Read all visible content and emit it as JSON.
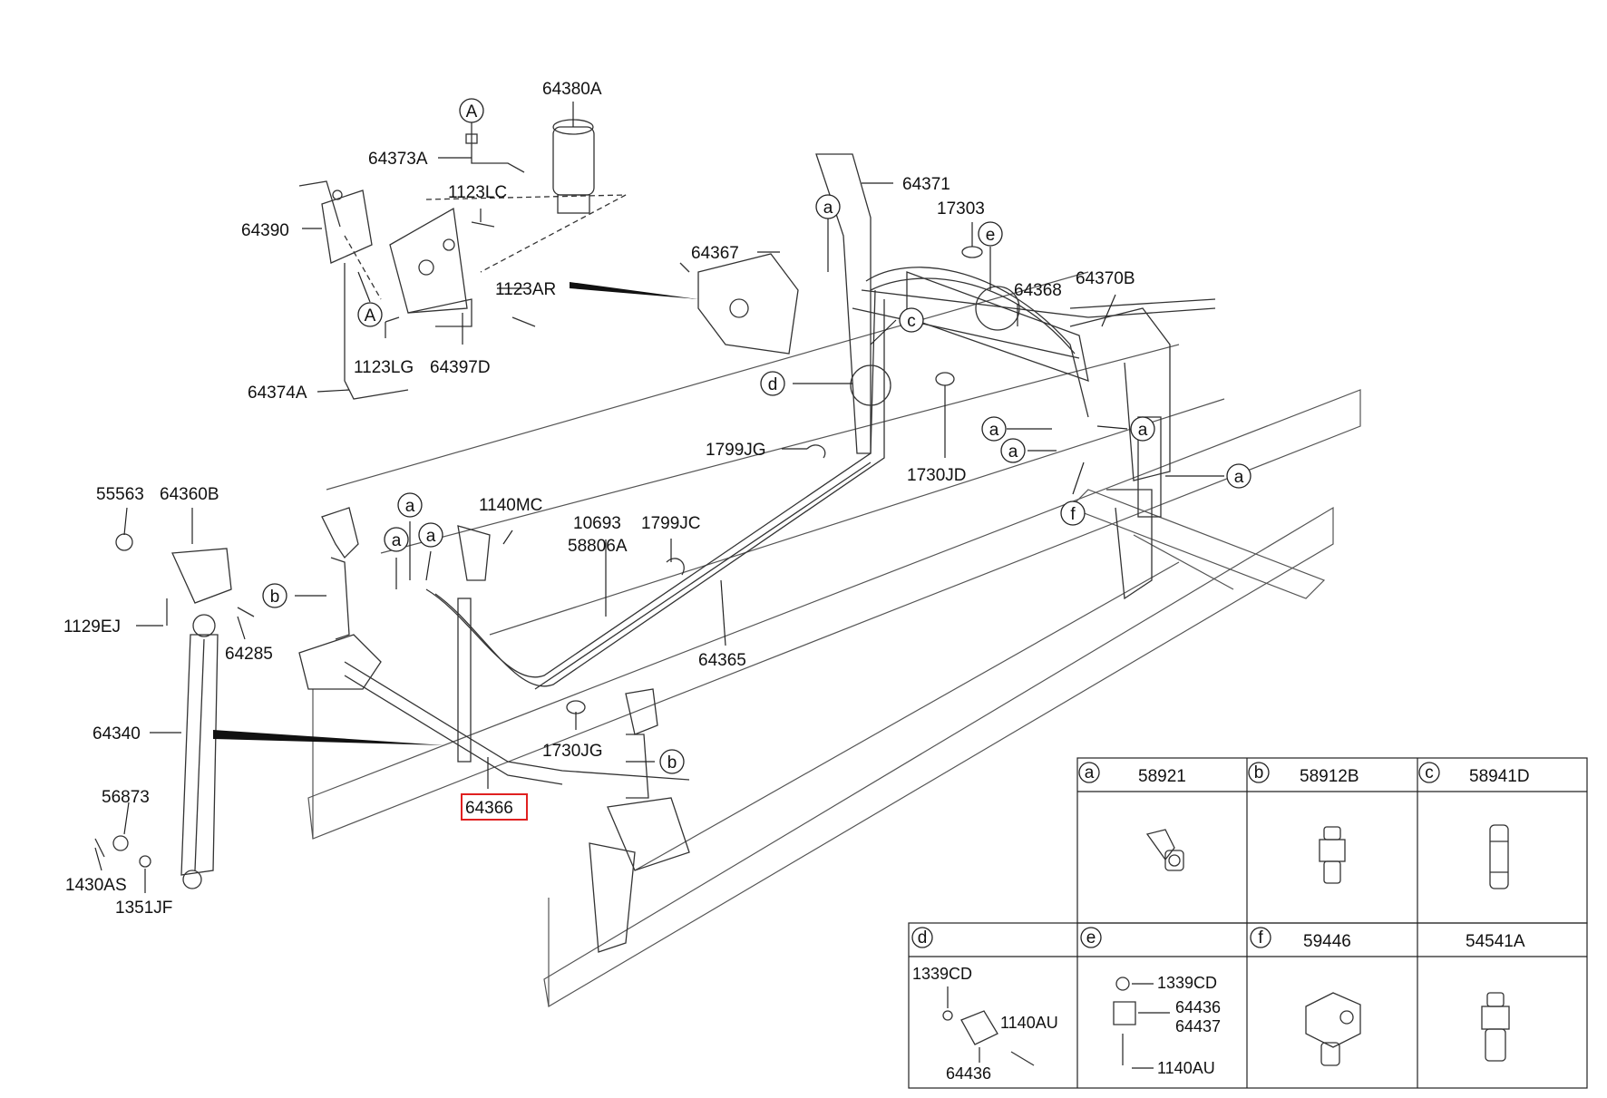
{
  "callouts": {
    "p64380A": "64380A",
    "p64373A": "64373A",
    "p1123LC": "1123LC",
    "p64390": "64390",
    "p1123AR": "1123AR",
    "p1123LG": "1123LG",
    "p64397D": "64397D",
    "p64374A": "64374A",
    "p64371": "64371",
    "p17303": "17303",
    "p64367": "64367",
    "p64368": "64368",
    "p64370B": "64370B",
    "p1799JG": "1799JG",
    "p1730JD": "1730JD",
    "p55563": "55563",
    "p64360B": "64360B",
    "p1140MC": "1140MC",
    "p10693": "10693",
    "p58806A": "58806A",
    "p1799JC": "1799JC",
    "p1129EJ": "1129EJ",
    "p64285": "64285",
    "p64365": "64365",
    "p64340": "64340",
    "p1730JG": "1730JG",
    "p64366": "64366",
    "p56873": "56873",
    "p1430AS": "1430AS",
    "p1351JF": "1351JF"
  },
  "markers": {
    "A": "A",
    "a": "a",
    "b": "b",
    "c": "c",
    "d": "d",
    "e": "e",
    "f": "f"
  },
  "table": {
    "cell_a": {
      "letter": "a",
      "part": "58921"
    },
    "cell_b": {
      "letter": "b",
      "part": "58912B"
    },
    "cell_c": {
      "letter": "c",
      "part": "58941D"
    },
    "cell_d": {
      "letter": "d",
      "parts": [
        "1339CD",
        "1140AU",
        "64436"
      ]
    },
    "cell_e": {
      "letter": "e",
      "parts": [
        "1339CD",
        "64436",
        "64437",
        "1140AU"
      ]
    },
    "cell_f": {
      "letter": "f",
      "part": "59446"
    },
    "cell_g": {
      "part": "54541A"
    }
  },
  "colors": {
    "highlight": "#e02020",
    "ink": "#111111"
  }
}
